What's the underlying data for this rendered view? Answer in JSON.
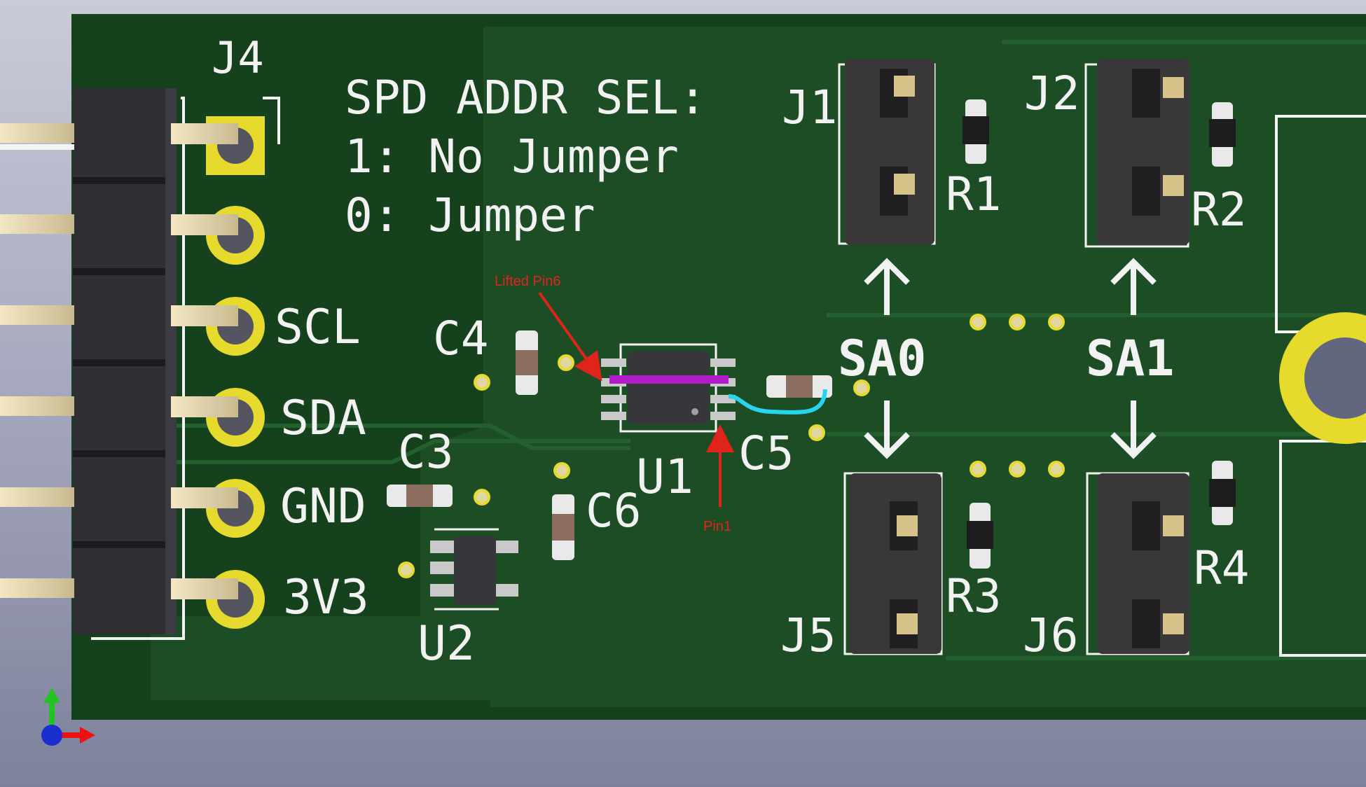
{
  "board": {
    "colors": {
      "soldermask": "#16411d",
      "soldermask_light": "#1f5428",
      "copper": "#e6db2c",
      "silkscreen": "#f2f2f2",
      "annotation": "#e0241c",
      "lifted_pin_bar": "#b01ec7",
      "bodge_wire": "#27d6ee"
    },
    "title_lines": [
      "SPD ADDR SEL:",
      "1: No Jumper",
      "0: Jumper"
    ],
    "connector": {
      "ref": "J4",
      "pins": [
        "",
        "",
        "SCL",
        "SDA",
        "GND",
        "3V3"
      ]
    },
    "jumpers": {
      "j1": "J1",
      "j2": "J2",
      "j5": "J5",
      "j6": "J6"
    },
    "resistors": {
      "r1": "R1",
      "r2": "R2",
      "r3": "R3",
      "r4": "R4"
    },
    "caps": {
      "c3": "C3",
      "c4": "C4",
      "c5": "C5",
      "c6": "C6"
    },
    "ics": {
      "u1": "U1",
      "u2": "U2"
    },
    "addr_labels": {
      "sa0": "SA0",
      "sa1": "SA1"
    },
    "annotations": {
      "lifted_pin": "Lifted Pin6",
      "pin1": "Pin1"
    }
  }
}
